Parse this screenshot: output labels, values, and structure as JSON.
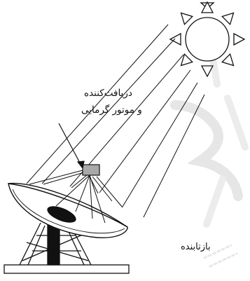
{
  "labels": {
    "receiver_line1": "دریافت‌کننده",
    "receiver_line2": "و موتور گرمایی",
    "reflector": "بازتابنده"
  },
  "colors": {
    "ink": "#111111",
    "watermark": "#e3e3e3",
    "receiver_fill": "#a9a9a9",
    "hole": "#111111"
  },
  "icons": {
    "sun": "sun-icon"
  }
}
